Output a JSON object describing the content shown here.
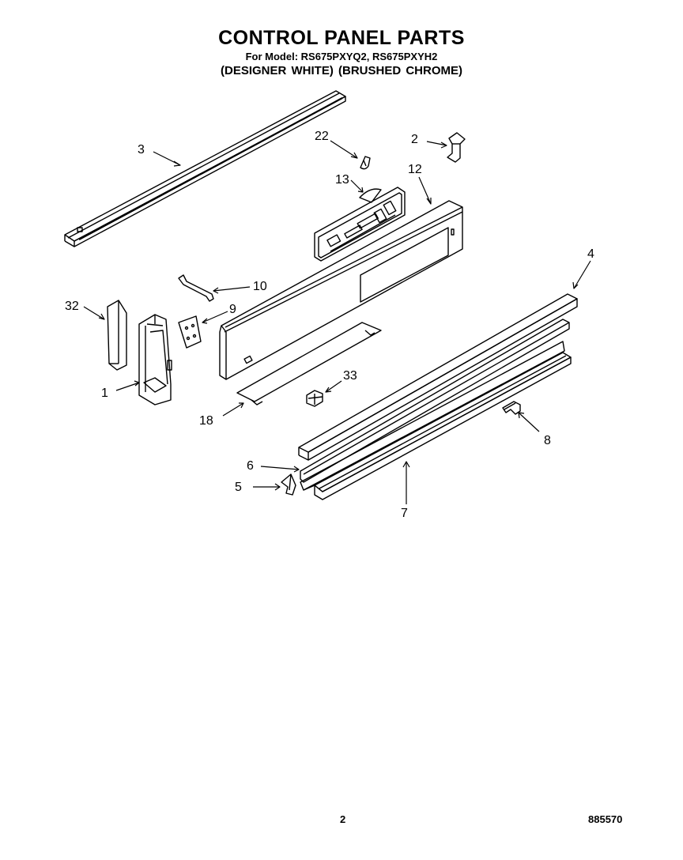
{
  "header": {
    "title": "CONTROL PANEL PARTS",
    "models": "For Model: RS675PXYQ2, RS675PXYH2",
    "variants": "(DESIGNER WHITE)   (BRUSHED CHROME)"
  },
  "callouts": {
    "p1": "1",
    "p2": "2",
    "p3": "3",
    "p4": "4",
    "p5": "5",
    "p6": "6",
    "p7": "7",
    "p8": "8",
    "p9": "9",
    "p10": "10",
    "p12": "12",
    "p13": "13",
    "p18": "18",
    "p22": "22",
    "p32": "32",
    "p33": "33"
  },
  "footer": {
    "page": "2",
    "doc": "885570"
  }
}
